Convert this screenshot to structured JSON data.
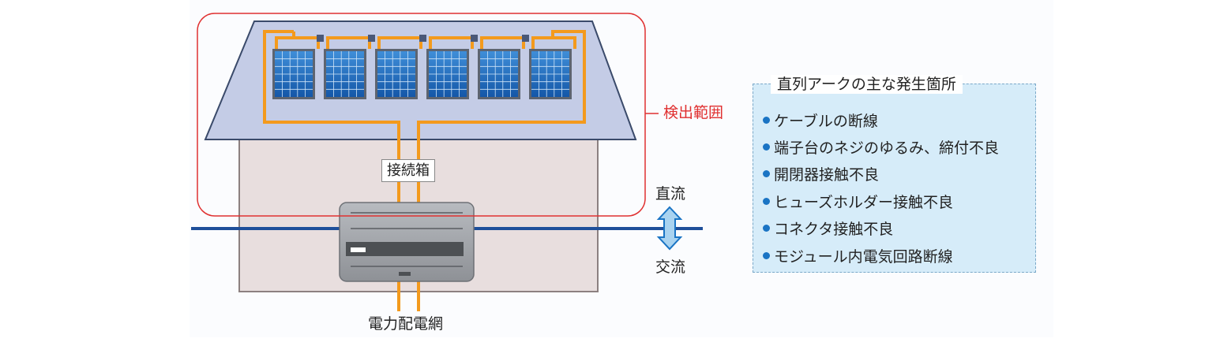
{
  "detection_label": "検出範囲",
  "junction_box_label": "接続箱",
  "dc_label": "直流",
  "ac_label": "交流",
  "grid_label": "電力配電網",
  "legend": {
    "title": "直列アークの主な発生箇所",
    "items": [
      "ケーブルの断線",
      "端子台のネジのゆるみ、締付不良",
      "開閉器接触不良",
      "ヒューズホルダー接触不良",
      "コネクタ接触不良",
      "モジュール内電気回路断線"
    ]
  },
  "colors": {
    "wire": "#f39a1d",
    "detection_border": "#e03030",
    "roof": "#c4cce6",
    "house": "#e8dede",
    "power_line": "#1e4f9a",
    "legend_bg": "#d6ecf9",
    "bullet": "#1a74c4"
  }
}
